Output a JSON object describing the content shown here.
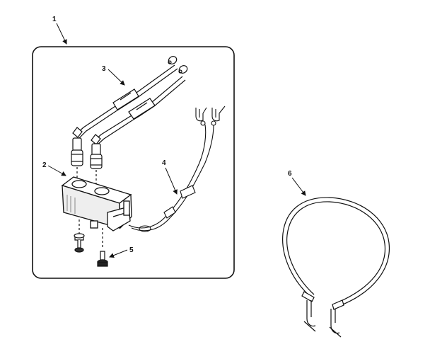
{
  "diagram": {
    "callouts": {
      "c1": "1",
      "c2": "2",
      "c3": "3",
      "c4": "4",
      "c5": "5",
      "c6": "6"
    },
    "colors": {
      "ink": "#111111",
      "paper": "#ffffff"
    }
  }
}
